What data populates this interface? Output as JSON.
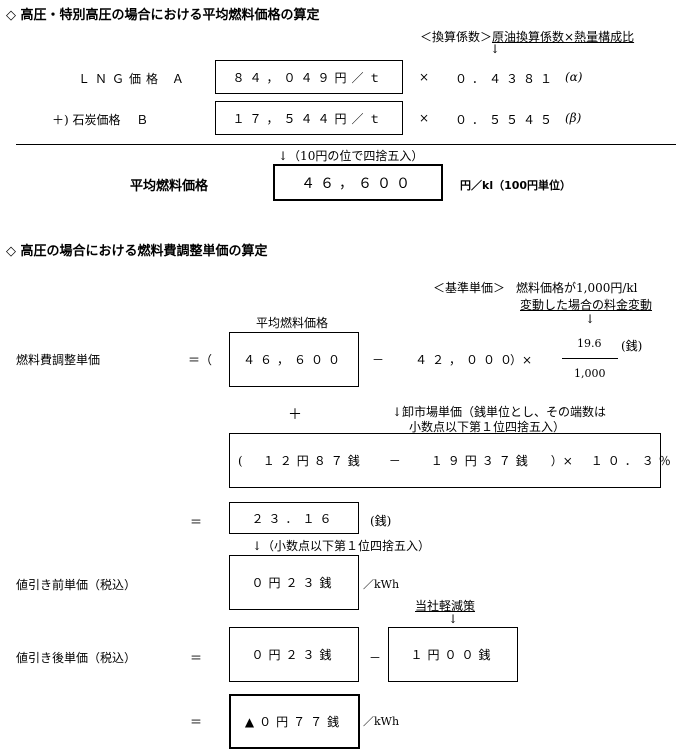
{
  "section1": {
    "title": "◇ 高圧・特別高圧の場合における平均燃料価格の算定",
    "coef_header_bracket": "＜換算係数＞",
    "coef_header_text": "原油換算係数×熱量構成比",
    "arrow": "↓",
    "lng": {
      "label": "ＬＮＧ価格 Ａ",
      "price": "８４，０４９円／ｔ",
      "times": "×",
      "coef": "０．４３８１",
      "greek": "(α)"
    },
    "coal": {
      "label": "＋) 石炭価格　 Ｂ",
      "price": "１７，５４４円／ｔ",
      "times": "×",
      "coef": "０．５５４５",
      "greek": "(β)"
    },
    "rounding_note": "↓（10円の位で四捨五入）",
    "avg_label": "平均燃料価格",
    "avg_value": "４６，６００",
    "avg_unit": "円／kl（100円単位）"
  },
  "section2": {
    "title": "◇ 高圧の場合における燃料費調整単価の算定",
    "base_bracket": "＜基準単価＞",
    "change_line1": "燃料価格が1,000円/kl",
    "change_line2": "変動した場合の料金変動",
    "arrow": "↓",
    "avg_price_caption": "平均燃料価格",
    "adj_label": "燃料費調整単価",
    "eq_open": "＝（",
    "avg_value": "４６，６００",
    "minus": "－",
    "base_value": "４２，０００",
    "close_times": "）×",
    "numerator": "19.6",
    "sen": "(銭)",
    "denominator": "1,000",
    "plus": "＋",
    "market_note1": "↓卸市場単価（銭単位とし、その端数は",
    "market_note2": "小数点以下第１位四捨五入）",
    "market_open": "(",
    "market_a": "１２円８７銭",
    "market_minus": "－",
    "market_b": "１９円３７銭",
    "market_close": "）×",
    "market_pct": "１０．３％",
    "eq": "＝",
    "result": "２３．１６",
    "result_unit": "(銭)",
    "round_note2": "↓（小数点以下第１位四捨五入）",
    "pre_label": "値引き前単価（税込）",
    "pre_value": "０円２３銭",
    "per_kwh": "／kWh",
    "discount_caption": "当社軽減策",
    "post_label": "値引き後単価（税込）",
    "post_value": "０円２３銭",
    "post_minus": "－",
    "discount_value": "１円００銭",
    "final_value": "▲０円７７銭"
  }
}
